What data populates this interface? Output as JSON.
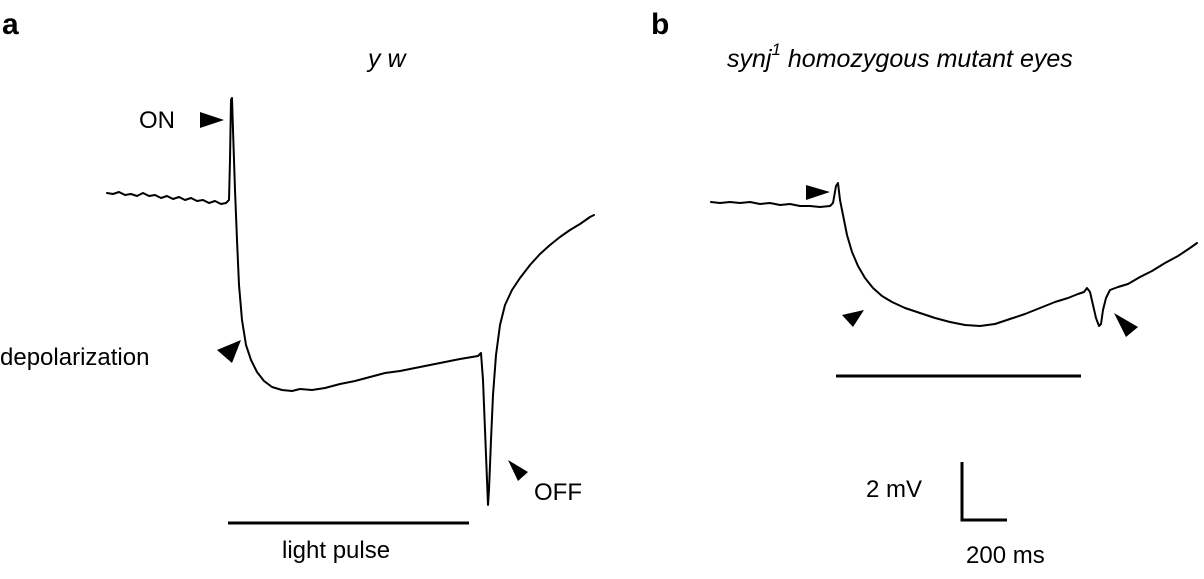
{
  "panel_a": {
    "letter": "a",
    "title": "y w",
    "labels": {
      "on": "ON",
      "depolarization": "depolarization",
      "off": "OFF",
      "light_pulse": "light pulse"
    }
  },
  "panel_b": {
    "letter": "b",
    "title_main": "synj",
    "title_sup": "1",
    "title_rest": " homozygous mutant eyes"
  },
  "scale_bar": {
    "vertical": "2 mV",
    "horizontal": "200 ms"
  }
}
